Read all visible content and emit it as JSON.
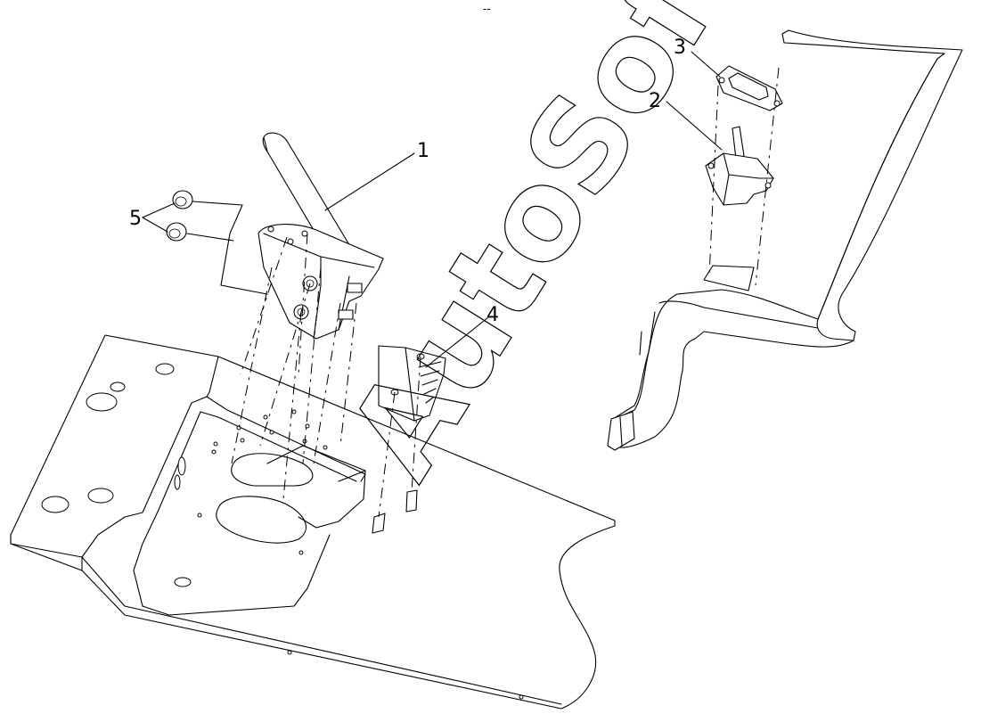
{
  "diagram": {
    "callouts": [
      {
        "id": "1",
        "label": "1"
      },
      {
        "id": "2",
        "label": "2"
      },
      {
        "id": "3",
        "label": "3"
      },
      {
        "id": "4",
        "label": "4"
      },
      {
        "id": "5",
        "label": "5"
      }
    ],
    "watermark": "AutoSoft",
    "top_mark": "--"
  }
}
